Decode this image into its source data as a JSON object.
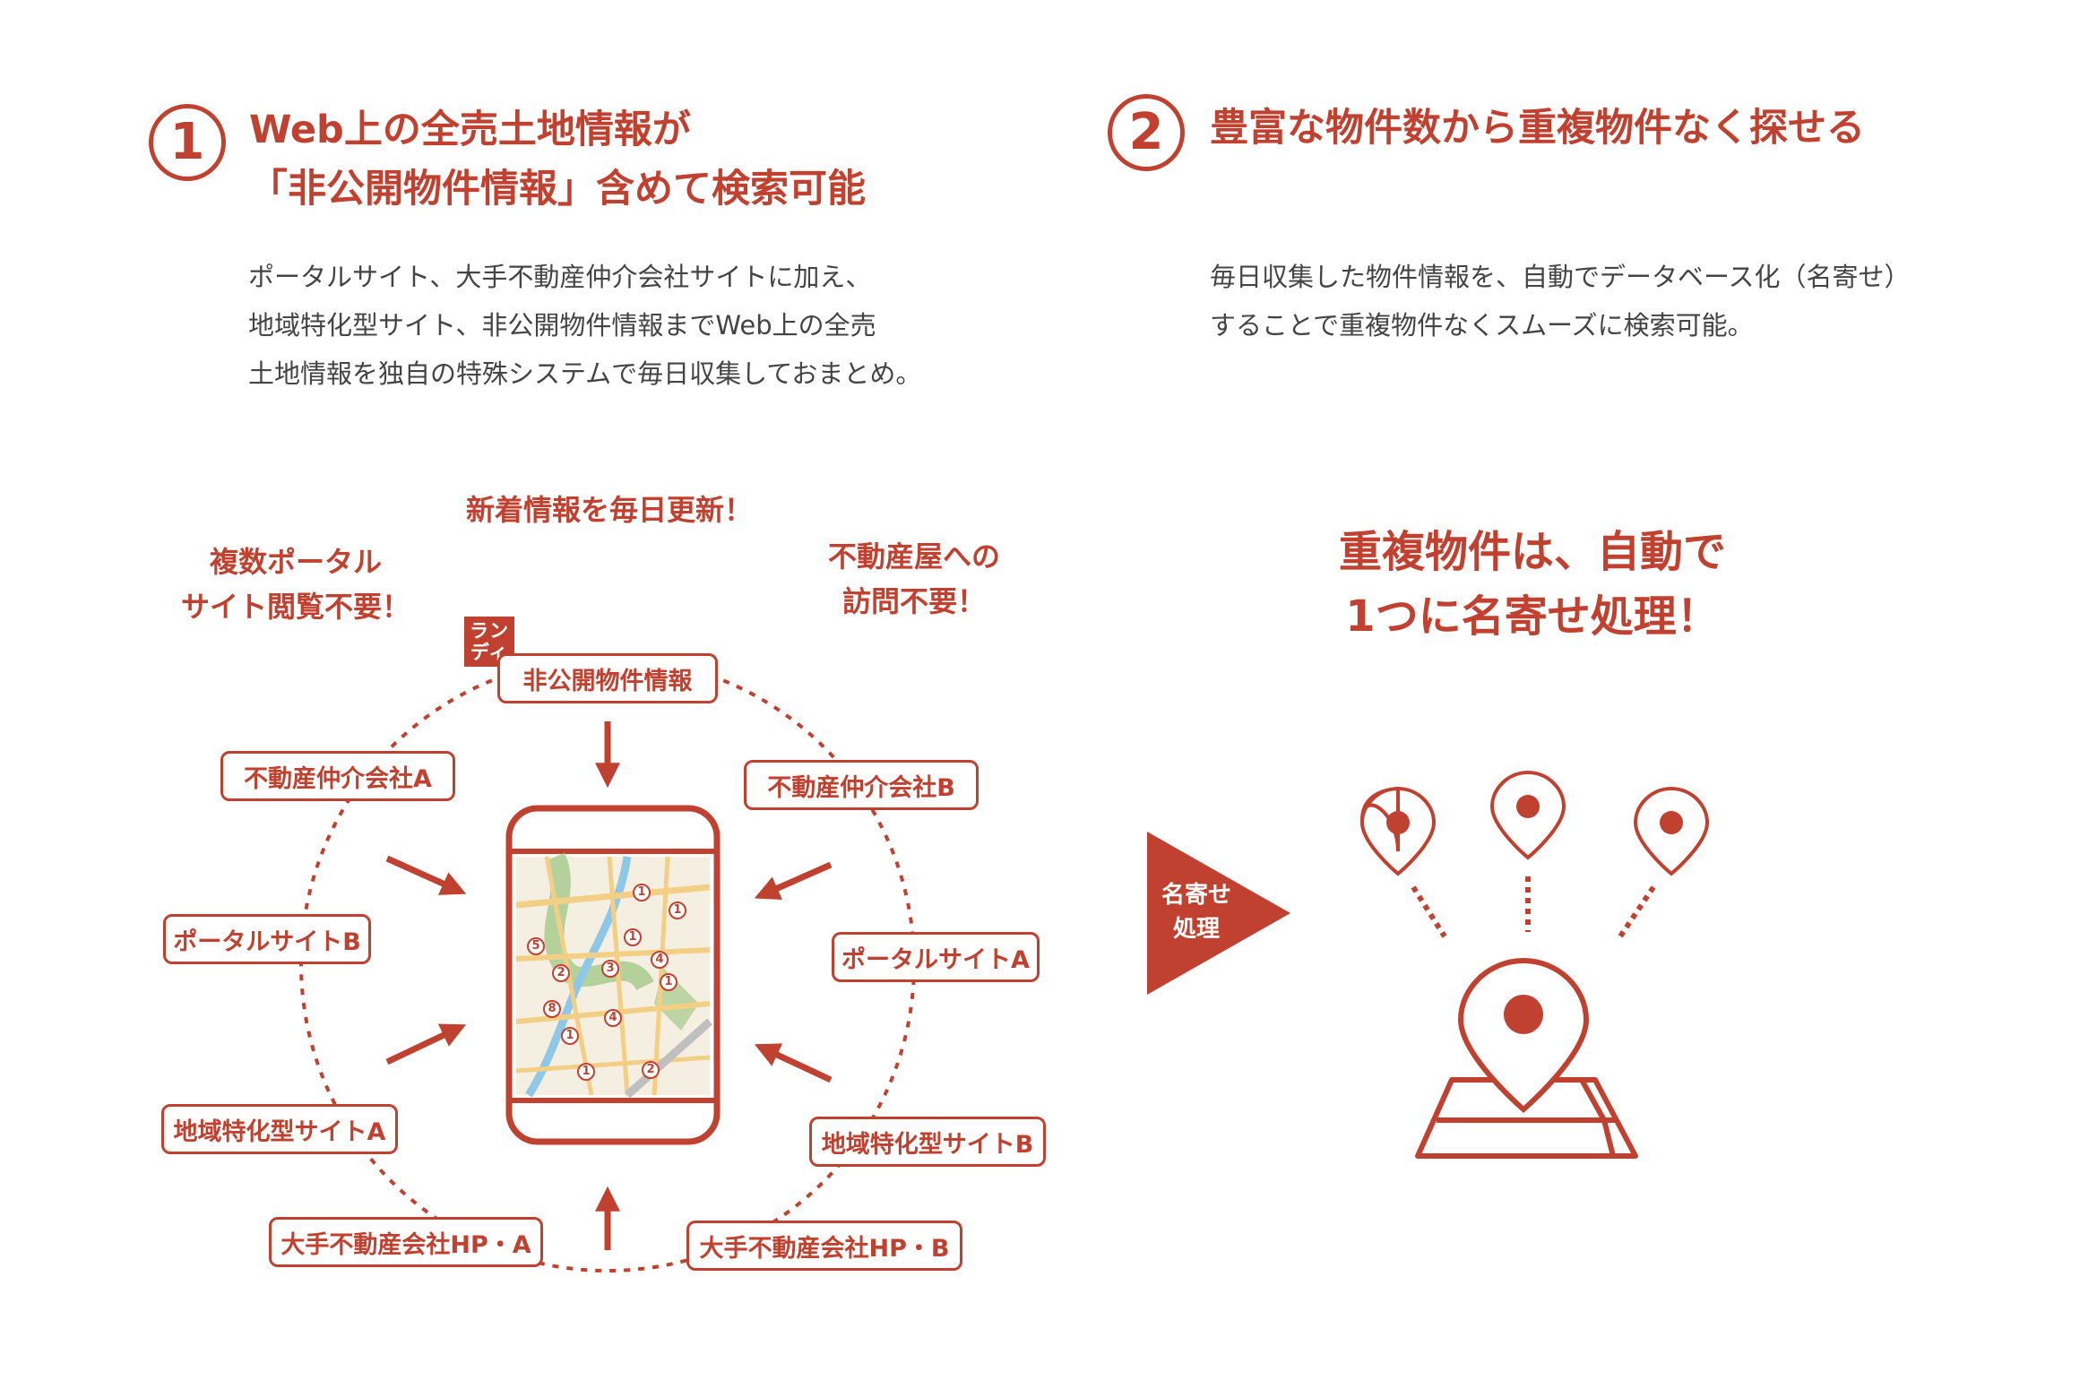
{
  "colors": {
    "accent": "#c0412f",
    "body_text": "#444444",
    "map_bg": "#f5efe2"
  },
  "section1": {
    "number": "1",
    "title_line1": "Web上の全売土地情報が",
    "title_line2": "「非公開物件情報」含めて検索可能",
    "desc_line1": "ポータルサイト、大手不動産仲介会社サイトに加え、",
    "desc_line2": "地域特化型サイト、非公開物件情報までWeb上の全売",
    "desc_line3": "土地情報を独自の特殊システムで毎日収集しておまとめ。"
  },
  "section2": {
    "number": "2",
    "title": "豊富な物件数から重複物件なく探せる",
    "desc_line1": "毎日収集した物件情報を、自動でデータベース化（名寄せ）",
    "desc_line2": "することで重複物件なくスムーズに検索可能。"
  },
  "diagram1": {
    "callout_top": "新着情報を毎日更新！",
    "callout_left_line1": "複数ポータル",
    "callout_left_line2": "サイト閲覧不要！",
    "callout_right_line1": "不動産屋への",
    "callout_right_line2": "訪問不要！",
    "logo_line1": "ラン",
    "logo_line2": "ディ",
    "sources": {
      "private": "非公開物件情報",
      "agency_a": "不動産仲介会社A",
      "agency_b": "不動産仲介会社B",
      "portal_b": "ポータルサイトB",
      "portal_a": "ポータルサイトA",
      "regional_a": "地域特化型サイトA",
      "regional_b": "地域特化型サイトB",
      "major_a": "大手不動産会社HP・A",
      "major_b": "大手不動産会社HP・B"
    },
    "map_markers": [
      "1",
      "1",
      "1",
      "1",
      "1",
      "1",
      "2",
      "2",
      "3",
      "4",
      "4",
      "5",
      "8"
    ]
  },
  "arrow_label_line1": "名寄せ",
  "arrow_label_line2": "処理",
  "diagram2": {
    "callout_line1": "重複物件は、自動で",
    "callout_line2": "1つに名寄せ処理！"
  }
}
